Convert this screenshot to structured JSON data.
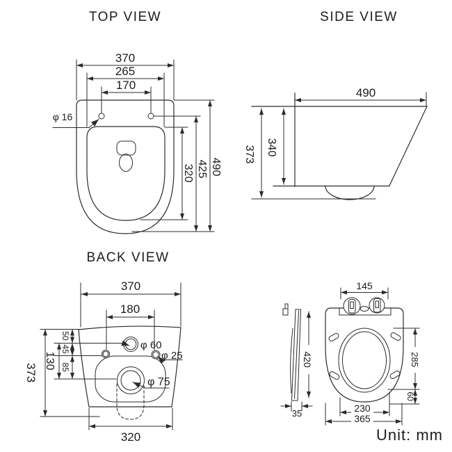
{
  "top_view": {
    "title": "TOP VIEW",
    "width": "370",
    "seat_width": "265",
    "hole_spacing": "170",
    "hole_diameter": "φ 16",
    "seat_depth": "320",
    "hole_depth": "425",
    "total_depth": "490"
  },
  "side_view": {
    "title": "SIDE VIEW",
    "depth": "490",
    "total_height": "373",
    "body_height": "340"
  },
  "back_view": {
    "title": "BACK VIEW",
    "width": "370",
    "hole_spacing": "180",
    "offset_top": "50",
    "offset_mid": "45",
    "offset_bottom": "85",
    "inlet_height": "130",
    "total_height": "373",
    "inlet_diameter": "φ 60",
    "fixing_hole_diameter": "φ 25",
    "outlet_diameter": "φ 75",
    "bottom_width": "320"
  },
  "seat_view": {
    "hinge_spacing": "145",
    "length": "420",
    "thickness": "35",
    "opening_length": "285",
    "back_offset": "60",
    "inner_width": "230",
    "outer_width": "365"
  },
  "footer": {
    "unit_label": "Unit: mm"
  }
}
